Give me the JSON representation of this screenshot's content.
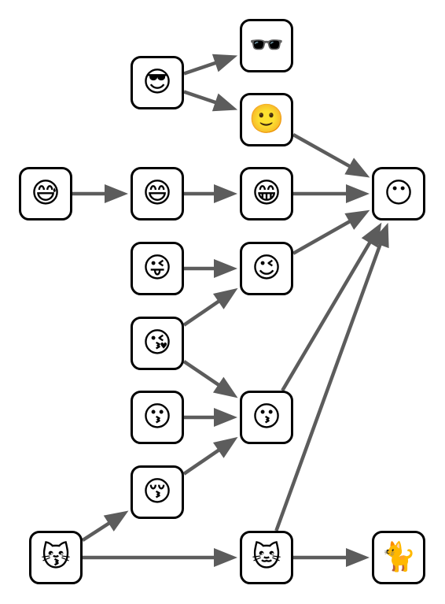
{
  "colors": {
    "edge": "#5c5c5c",
    "node_border": "#000000",
    "node_fill": "#ffffff"
  },
  "nodes": [
    {
      "id": "sunglasses",
      "emoji": "🕶️",
      "icon": "sunglasses-icon"
    },
    {
      "id": "smiling-face-with-sunglasses",
      "emoji": "😎",
      "icon": "smiling-face-with-sunglasses-icon"
    },
    {
      "id": "slightly-smiling-face",
      "emoji": "🙂",
      "icon": "slightly-smiling-face-icon"
    },
    {
      "id": "grinning-face-with-sweat",
      "emoji": "😅",
      "icon": "grinning-face-with-sweat-icon"
    },
    {
      "id": "grinning-face-with-smiling-eyes",
      "emoji": "😄",
      "icon": "grinning-face-with-smiling-eyes-icon"
    },
    {
      "id": "beaming-face",
      "emoji": "😁",
      "icon": "beaming-face-icon"
    },
    {
      "id": "face-without-mouth",
      "emoji": "😶",
      "icon": "face-without-mouth-icon"
    },
    {
      "id": "zany-face",
      "emoji": "😜",
      "icon": "zany-face-icon"
    },
    {
      "id": "winking-face",
      "emoji": "😉",
      "icon": "winking-face-icon"
    },
    {
      "id": "face-blowing-kiss",
      "emoji": "😘",
      "icon": "face-blowing-kiss-icon"
    },
    {
      "id": "kissing-face",
      "emoji": "😗",
      "icon": "kissing-face-icon"
    },
    {
      "id": "kissing-face-right",
      "emoji": "😗",
      "icon": "kissing-face-icon"
    },
    {
      "id": "kissing-face-closed-eyes",
      "emoji": "😚",
      "icon": "kissing-face-closed-eyes-icon"
    },
    {
      "id": "kissing-cat",
      "emoji": "😽",
      "icon": "kissing-cat-icon"
    },
    {
      "id": "cat-face",
      "emoji": "🐱",
      "icon": "cat-face-icon"
    },
    {
      "id": "cat",
      "emoji": "🐈",
      "icon": "cat-icon"
    }
  ],
  "edges": [
    {
      "from": "smiling-face-with-sunglasses",
      "to": "sunglasses"
    },
    {
      "from": "smiling-face-with-sunglasses",
      "to": "slightly-smiling-face"
    },
    {
      "from": "slightly-smiling-face",
      "to": "face-without-mouth"
    },
    {
      "from": "grinning-face-with-sweat",
      "to": "grinning-face-with-smiling-eyes"
    },
    {
      "from": "grinning-face-with-smiling-eyes",
      "to": "beaming-face"
    },
    {
      "from": "beaming-face",
      "to": "face-without-mouth"
    },
    {
      "from": "zany-face",
      "to": "winking-face"
    },
    {
      "from": "winking-face",
      "to": "face-without-mouth"
    },
    {
      "from": "face-blowing-kiss",
      "to": "winking-face"
    },
    {
      "from": "face-blowing-kiss",
      "to": "kissing-face-right"
    },
    {
      "from": "kissing-face",
      "to": "kissing-face-right"
    },
    {
      "from": "kissing-face-closed-eyes",
      "to": "kissing-face-right"
    },
    {
      "from": "kissing-face-right",
      "to": "face-without-mouth"
    },
    {
      "from": "kissing-cat",
      "to": "kissing-face-closed-eyes"
    },
    {
      "from": "kissing-cat",
      "to": "cat-face"
    },
    {
      "from": "cat-face",
      "to": "face-without-mouth"
    },
    {
      "from": "cat-face",
      "to": "cat"
    }
  ]
}
